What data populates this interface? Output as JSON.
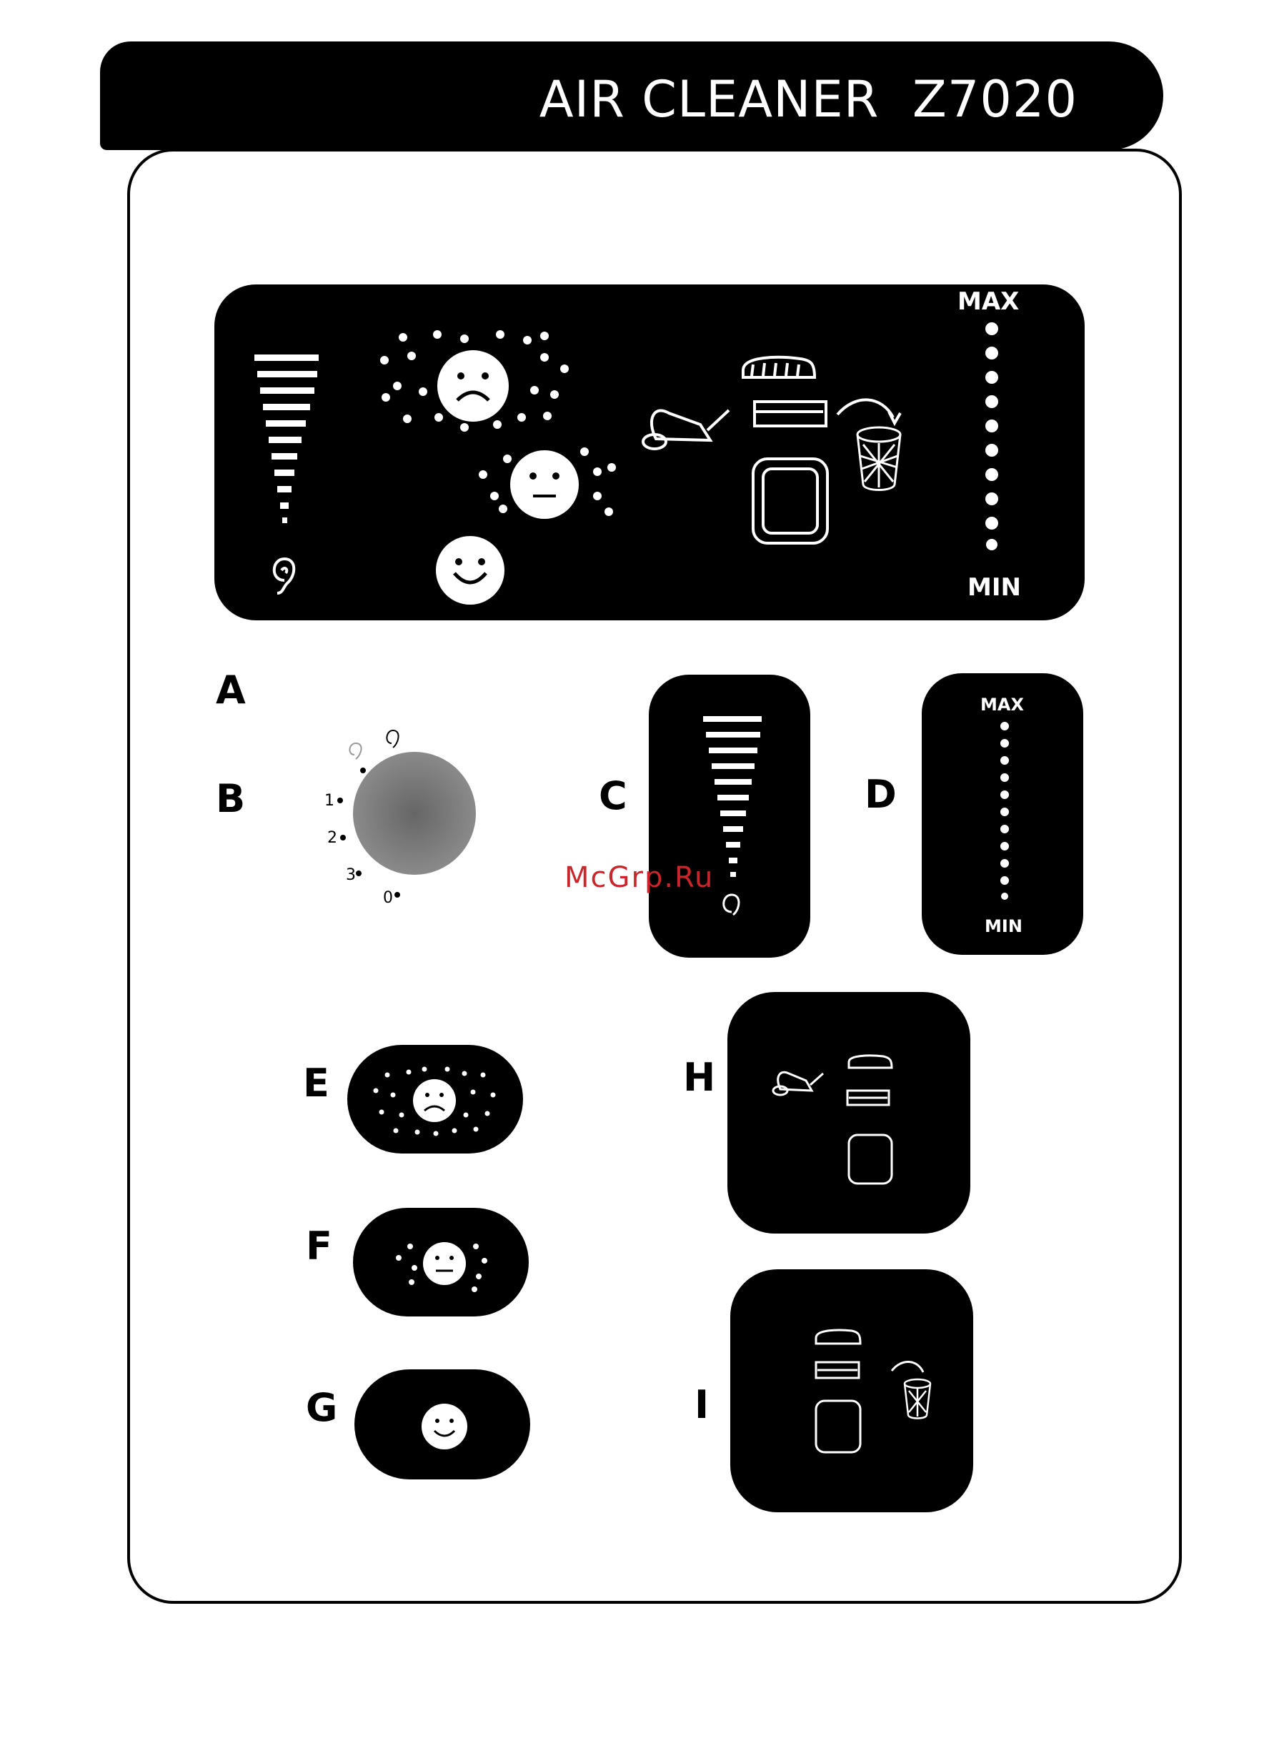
{
  "header": {
    "title": "AIR CLEANER  Z7020"
  },
  "panel": {
    "max_label": "MAX",
    "min_label": "MIN"
  },
  "labels": {
    "a": "A",
    "b": "B",
    "c": "C",
    "d": "D",
    "e": "E",
    "f": "F",
    "g": "G",
    "h": "H",
    "i": "I"
  },
  "dial": {
    "marks": [
      "1",
      "2",
      "3",
      "0"
    ]
  },
  "panel_d": {
    "max_label": "MAX",
    "min_label": "MIN"
  },
  "watermark": "McGrp.Ru",
  "colors": {
    "ink": "#000000",
    "paper": "#ffffff",
    "watermark": "#c8262b"
  },
  "icons": [
    "ear-icon",
    "sad-face-icon",
    "neutral-face-icon",
    "happy-face-icon",
    "vacuum-cleaner-icon",
    "filter-icon",
    "trash-bin-icon"
  ]
}
